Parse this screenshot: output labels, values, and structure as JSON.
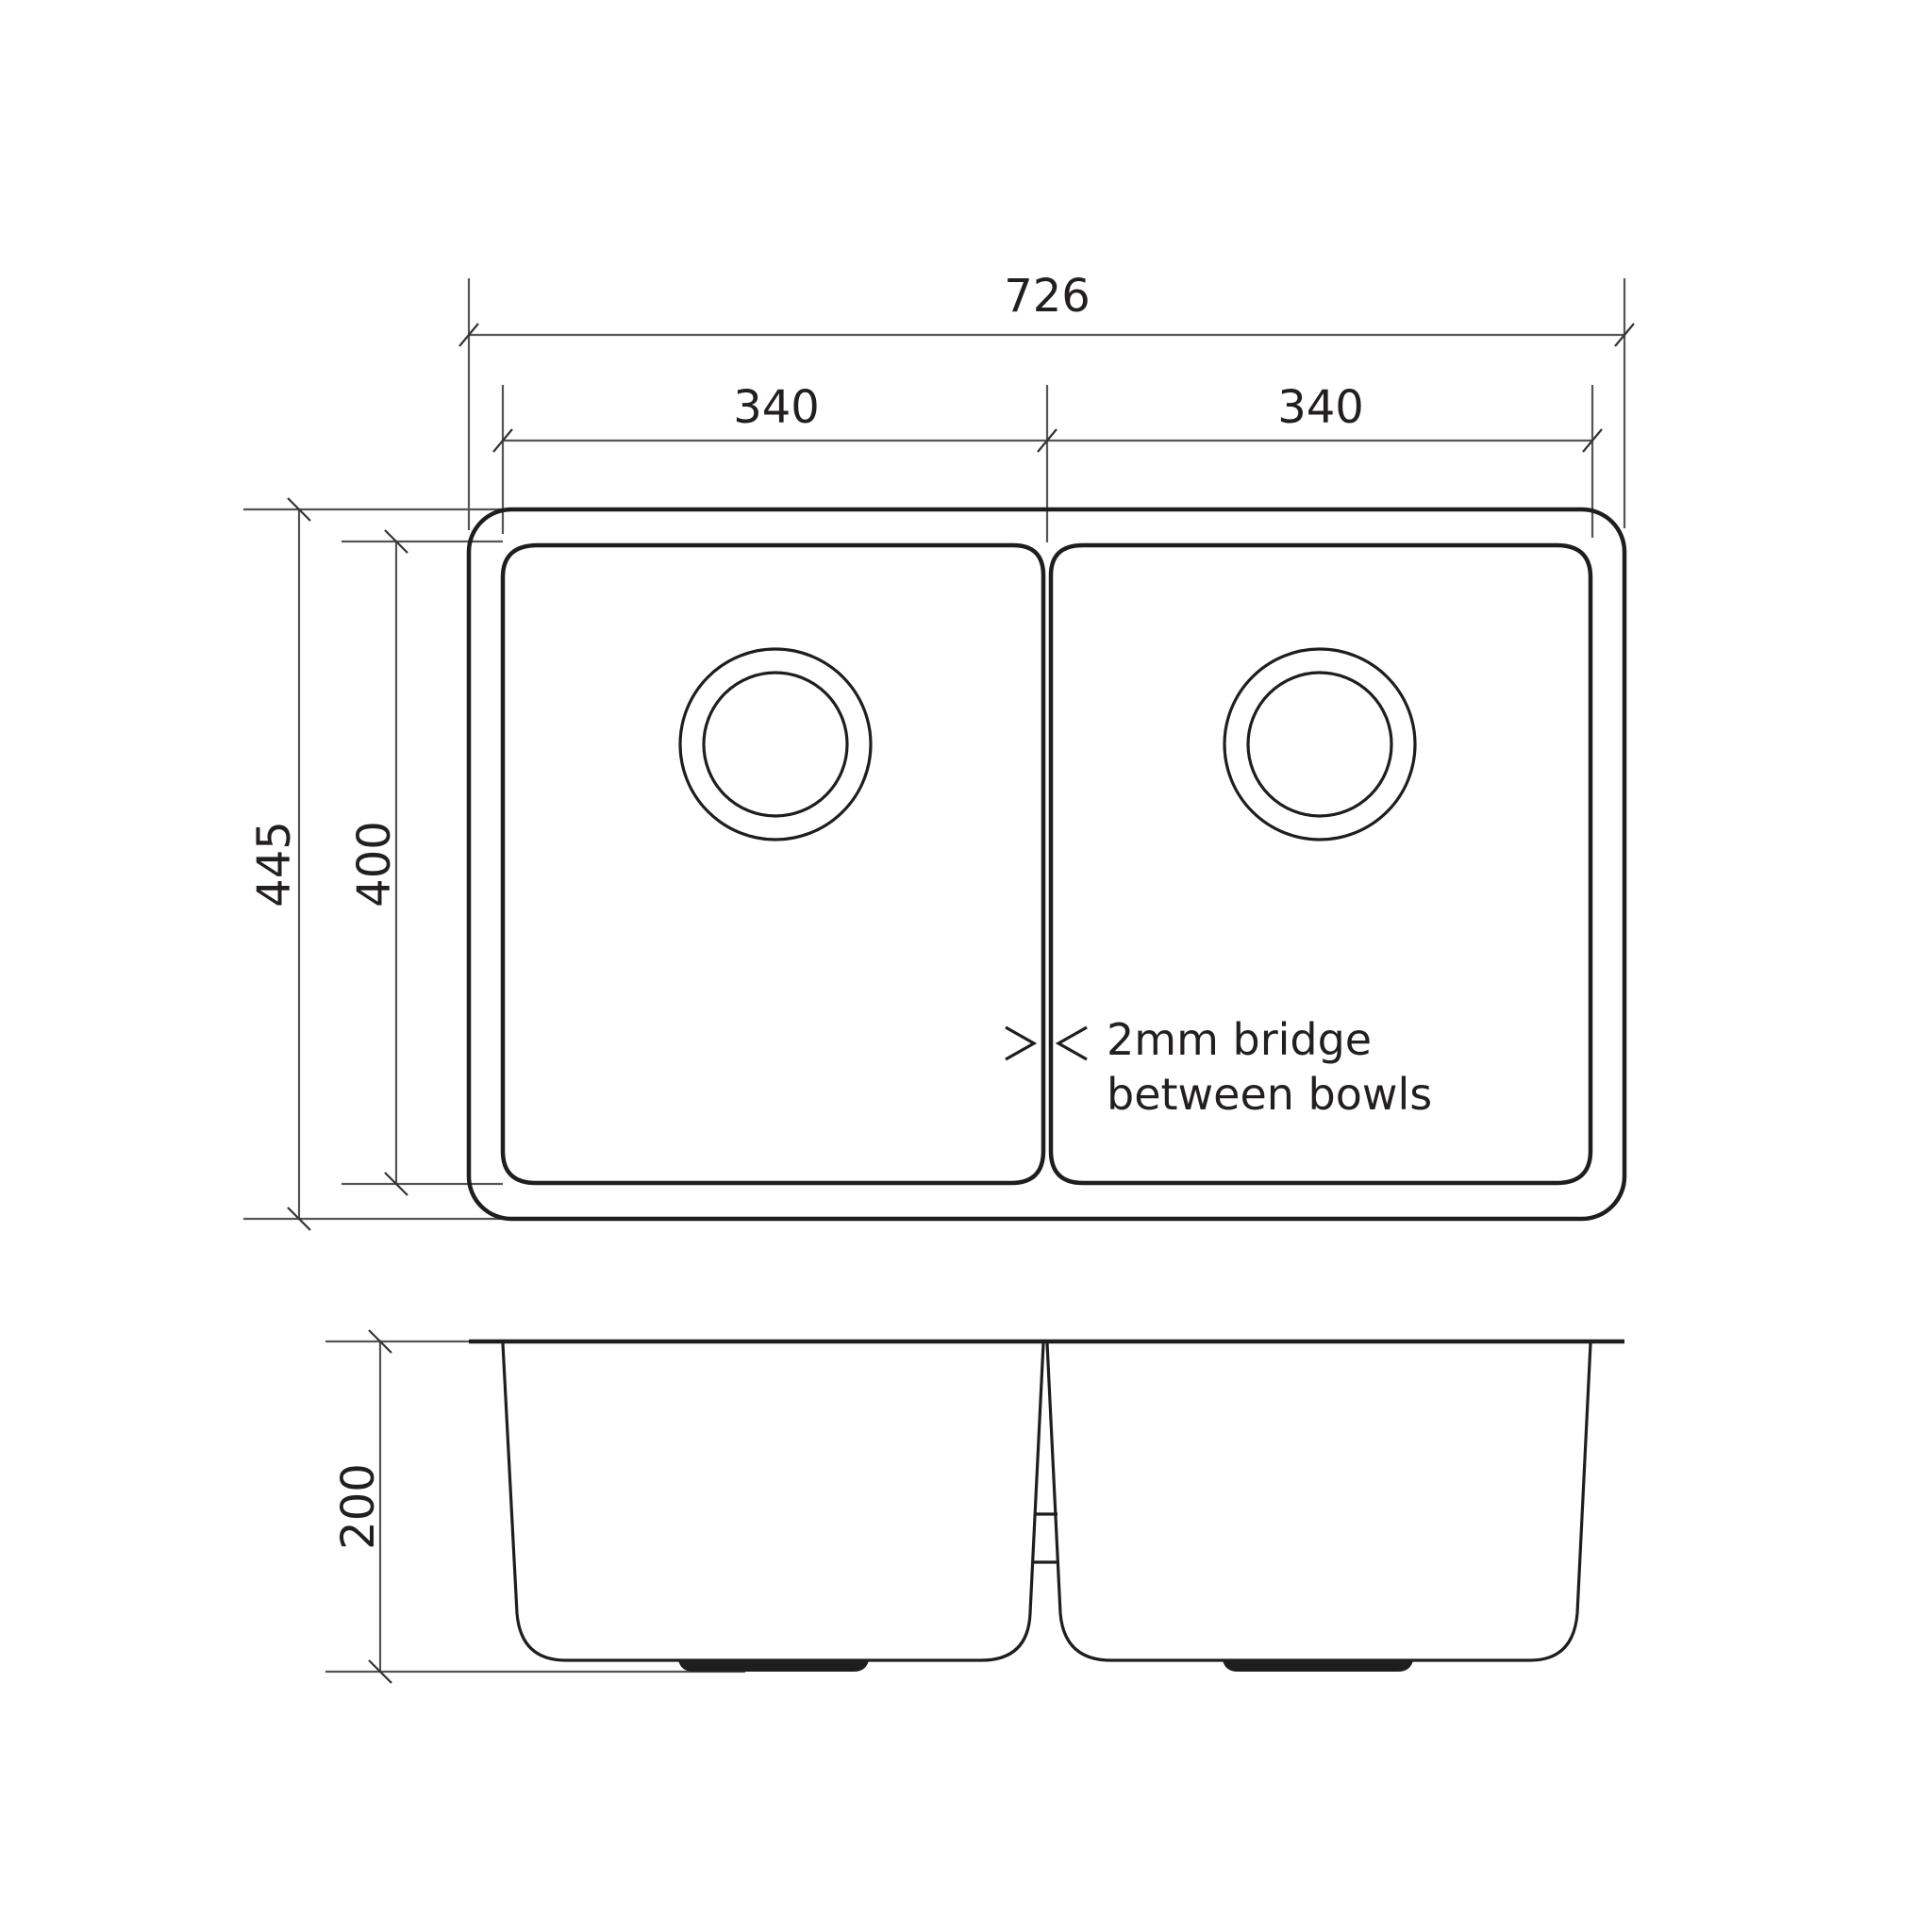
{
  "drawing": {
    "subject": "Double bowl undermount sink",
    "units": "mm",
    "colors": {
      "line": "#1e1e1e",
      "dimension_line": "#555555",
      "text": "#231f20",
      "background": "#ffffff"
    }
  },
  "plan_view": {
    "dimensions": {
      "overall_width": "726",
      "left_bowl_width": "340",
      "right_bowl_width": "340",
      "overall_depth": "445",
      "bowl_depth": "400"
    },
    "bowls": [
      {
        "name": "left-bowl",
        "waste": "drain-circle"
      },
      {
        "name": "right-bowl",
        "waste": "drain-circle"
      }
    ],
    "annotation": {
      "line1": "2mm bridge",
      "line2": "between bowls",
      "arrows": "> <"
    }
  },
  "side_view": {
    "dimensions": {
      "bowl_height": "200"
    }
  }
}
